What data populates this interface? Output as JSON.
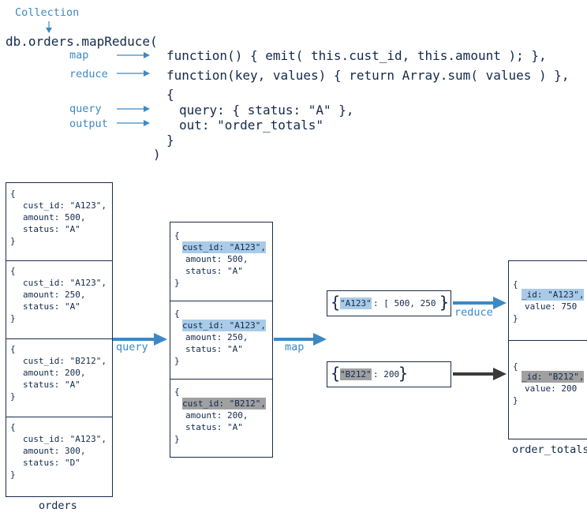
{
  "code": {
    "collection_label": "Collection",
    "call_line": "db.orders.mapReduce(",
    "map_label": "map",
    "map_fn": "function() { emit( this.cust_id, this.amount ); },",
    "reduce_label": "reduce",
    "reduce_fn": "function(key, values) { return Array.sum( values ) },",
    "open_brace": "{",
    "query_label": "query",
    "query_line": "query: { status: \"A\" },",
    "output_label": "output",
    "out_line": "out: \"order_totals\"",
    "close_brace": "}",
    "close_paren": ")"
  },
  "orders": {
    "caption": "orders",
    "docs": [
      {
        "open": "{",
        "cust_id": "cust_id: \"A123\",",
        "amount": "amount: 500,",
        "status": "status: \"A\"",
        "close": "}"
      },
      {
        "open": "{",
        "cust_id": "cust_id: \"A123\",",
        "amount": "amount: 250,",
        "status": "status: \"A\"",
        "close": "}"
      },
      {
        "open": "{",
        "cust_id": "cust_id: \"B212\",",
        "amount": "amount: 200,",
        "status": "status: \"A\"",
        "close": "}"
      },
      {
        "open": "{",
        "cust_id": "cust_id: \"A123\",",
        "amount": "amount: 300,",
        "status": "status: \"D\"",
        "close": "}"
      }
    ]
  },
  "query_arrow_label": "query",
  "filtered": {
    "docs": [
      {
        "open": "{",
        "cust_id": "cust_id: \"A123\",",
        "amount": "amount: 500,",
        "status": "status: \"A\"",
        "close": "}",
        "highlight": "blue"
      },
      {
        "open": "{",
        "cust_id": "cust_id: \"A123\",",
        "amount": "amount: 250,",
        "status": "status: \"A\"",
        "close": "}",
        "highlight": "blue"
      },
      {
        "open": "{",
        "cust_id": "cust_id: \"B212\",",
        "amount": "amount: 200,",
        "status": "status: \"A\"",
        "close": "}",
        "highlight": "gray"
      }
    ]
  },
  "map_arrow_label": "map",
  "emitted": [
    {
      "open": "{",
      "key": "\"A123\"",
      "rest": ": [ 500, 250 ]",
      "close": "}",
      "highlight": "blue"
    },
    {
      "open": "{",
      "key": "\"B212\"",
      "rest": ": 200",
      "close": "}",
      "highlight": "gray"
    }
  ],
  "reduce_arrow_label": "reduce",
  "totals": {
    "caption": "order_totals",
    "docs": [
      {
        "open": "{",
        "id": "_id: \"A123\",",
        "value": "value: 750",
        "close": "}",
        "highlight": "blue"
      },
      {
        "open": "{",
        "id": "_id: \"B212\",",
        "value": "value: 200",
        "close": "}",
        "highlight": "gray"
      }
    ]
  },
  "colors": {
    "accent": "#3d89c4",
    "text": "#13294b",
    "highlight_blue": "#a9cbe8",
    "highlight_gray": "#a0a0a0",
    "dark_arrow": "#3a3a3a"
  }
}
